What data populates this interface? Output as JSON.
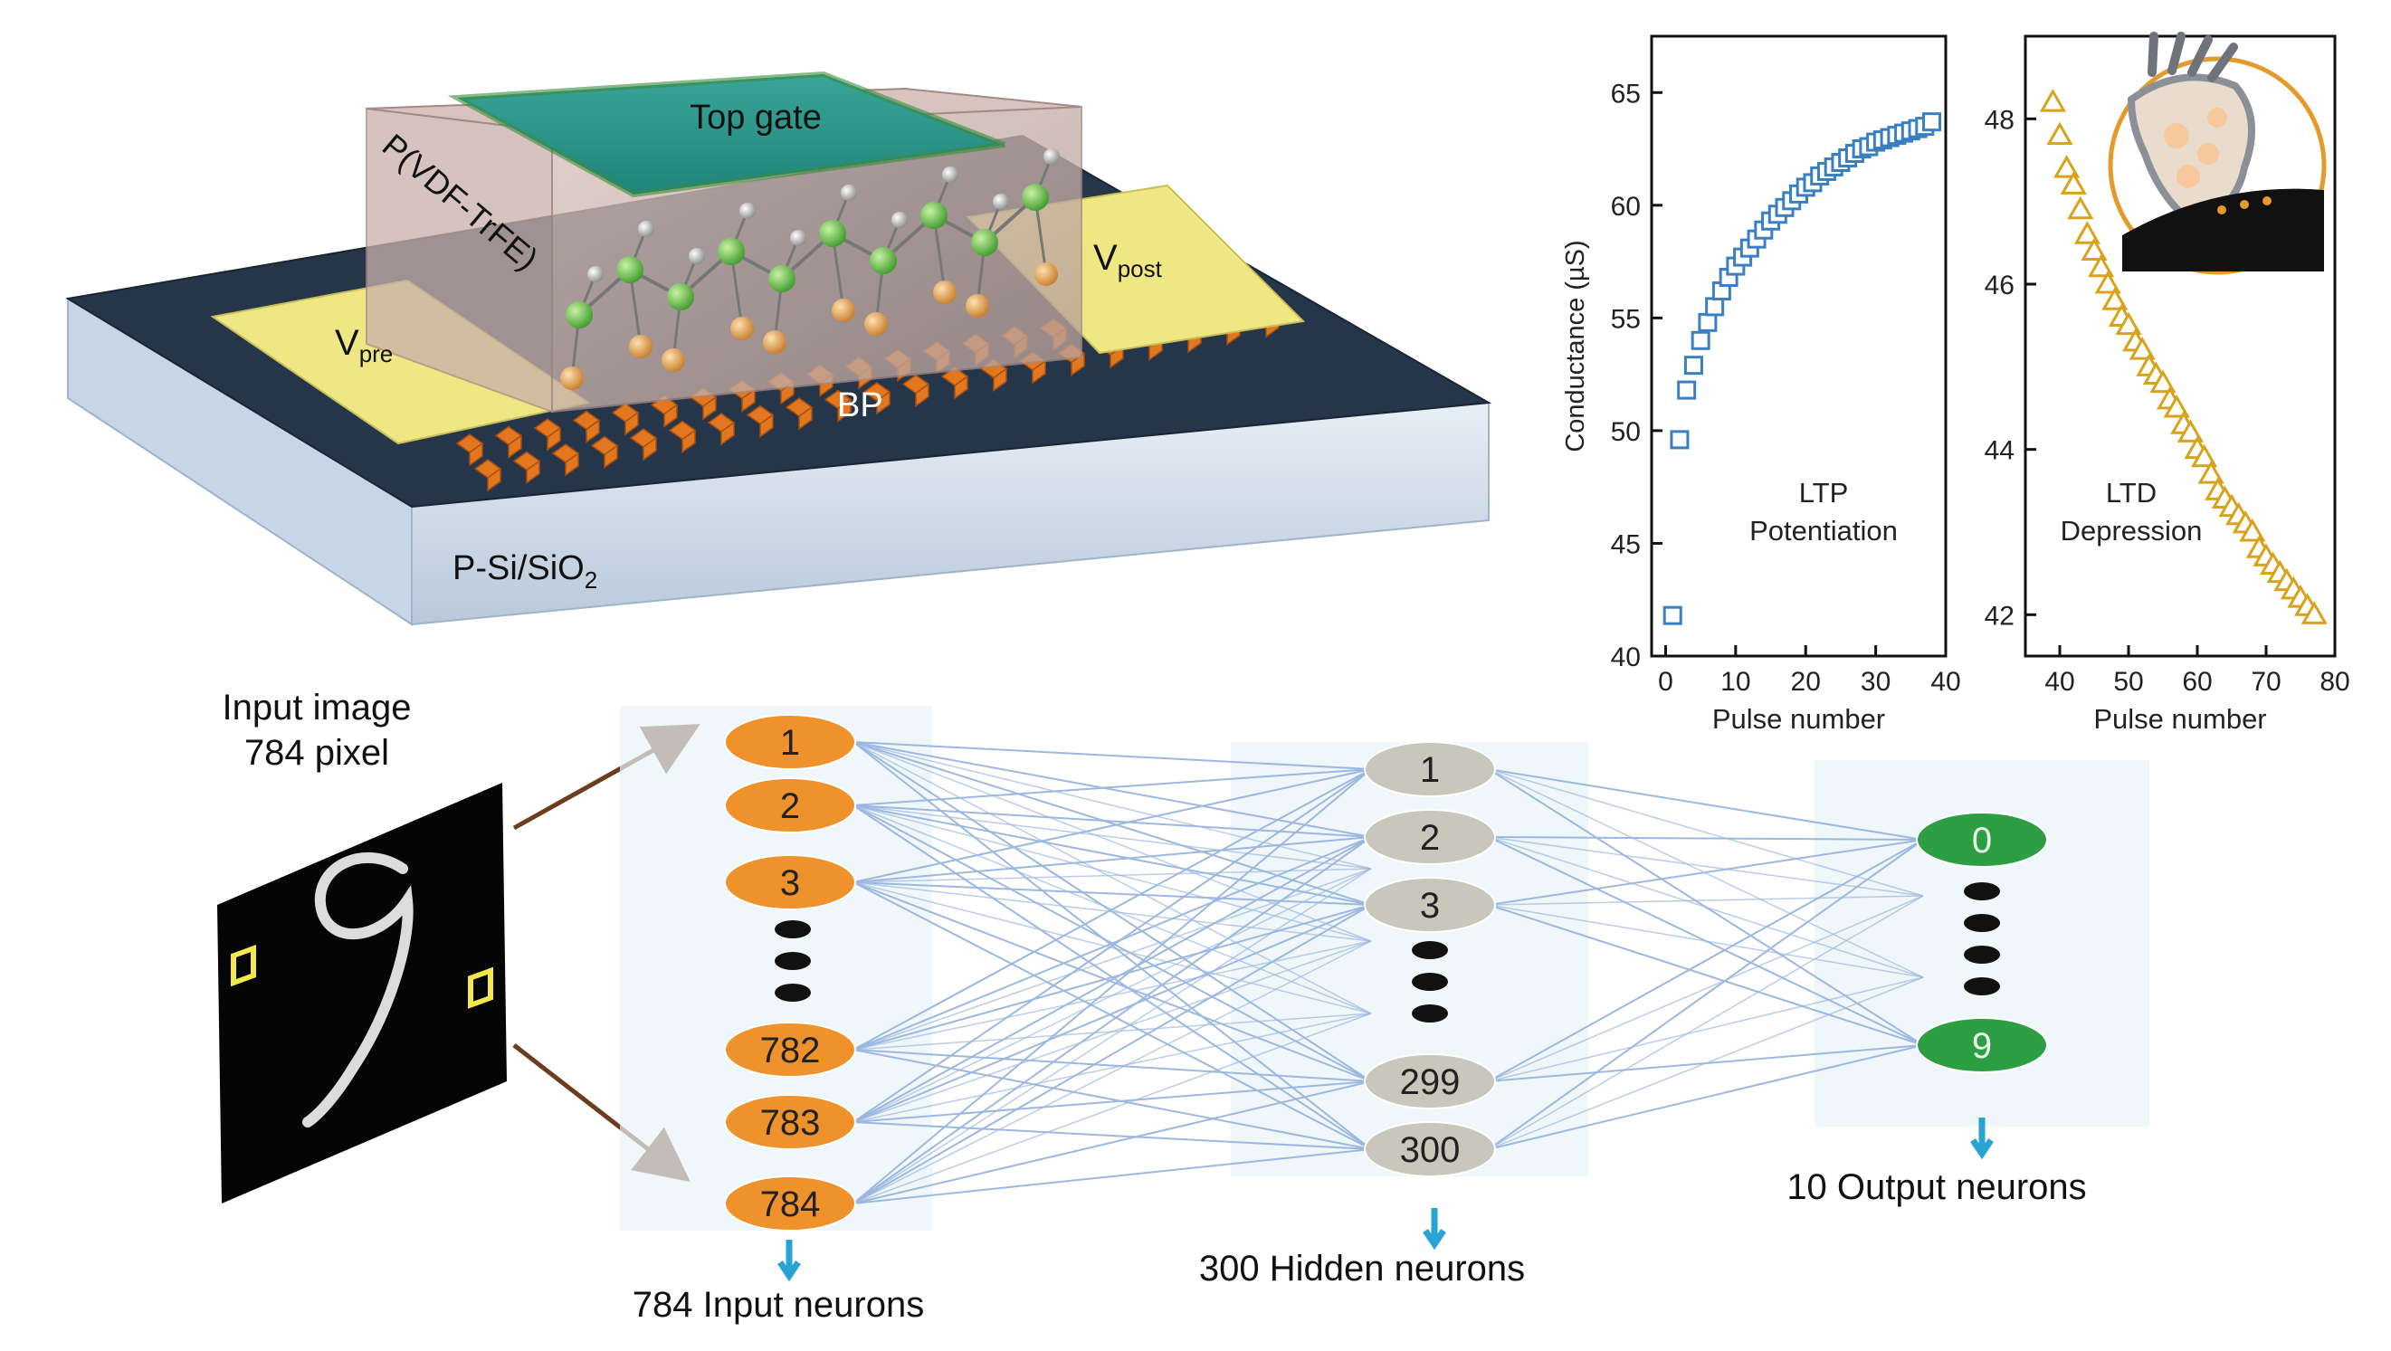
{
  "device": {
    "top_gate": "Top gate",
    "ferro_layer": "P(VDF-TrFE)",
    "v_pre": "V",
    "v_pre_sub": "pre",
    "v_post": "V",
    "v_post_sub": "post",
    "channel": "BP",
    "substrate": "P-Si/SiO",
    "substrate_sub": "2"
  },
  "colors": {
    "ltp_marker": "#3a7fc1",
    "ltd_marker": "#d9a21b",
    "input_neuron": "#f0922b",
    "hidden_neuron": "#c9c6bc",
    "output_neuron": "#2e9e45",
    "connection": "#9db8e0",
    "arrow_down": "#29a3d6"
  },
  "chart_data": [
    {
      "type": "scatter",
      "panel": "LTP",
      "annotation": [
        "LTP",
        "Potentiation"
      ],
      "xlabel": "Pulse number",
      "ylabel": "Conductance (µS)",
      "xlim": [
        -2,
        40
      ],
      "ylim": [
        40,
        67.5
      ],
      "xticks": [
        0,
        10,
        20,
        30,
        40
      ],
      "yticks": [
        40,
        45,
        50,
        55,
        60,
        65
      ],
      "marker": "square-open",
      "x": [
        1,
        2,
        3,
        4,
        5,
        6,
        7,
        8,
        9,
        10,
        11,
        12,
        13,
        14,
        15,
        16,
        17,
        18,
        19,
        20,
        21,
        22,
        23,
        24,
        25,
        26,
        27,
        28,
        29,
        30,
        31,
        32,
        33,
        34,
        35,
        36,
        37,
        38
      ],
      "y": [
        41.8,
        49.6,
        51.8,
        52.9,
        54.0,
        54.8,
        55.5,
        56.2,
        56.8,
        57.3,
        57.7,
        58.1,
        58.5,
        58.9,
        59.3,
        59.6,
        59.9,
        60.2,
        60.5,
        60.8,
        61.0,
        61.3,
        61.5,
        61.7,
        61.9,
        62.1,
        62.3,
        62.5,
        62.6,
        62.8,
        62.9,
        63.0,
        63.1,
        63.2,
        63.3,
        63.4,
        63.5,
        63.7
      ]
    },
    {
      "type": "scatter",
      "panel": "LTD",
      "annotation": [
        "LTD",
        "Depression"
      ],
      "xlabel": "Pulse number",
      "ylabel": "",
      "xlim": [
        35,
        80
      ],
      "ylim": [
        41.5,
        49
      ],
      "xticks": [
        40,
        50,
        60,
        70,
        80
      ],
      "yticks": [
        42,
        44,
        46,
        48
      ],
      "marker": "triangle-open",
      "x": [
        39,
        40,
        41,
        42,
        43,
        44,
        45,
        46,
        47,
        48,
        49,
        50,
        51,
        52,
        53,
        54,
        55,
        56,
        57,
        58,
        59,
        60,
        61,
        62,
        63,
        64,
        65,
        66,
        67,
        68,
        69,
        70,
        71,
        72,
        73,
        74,
        75,
        76,
        77
      ],
      "y": [
        48.2,
        47.8,
        47.4,
        47.2,
        46.9,
        46.6,
        46.4,
        46.2,
        46.0,
        45.8,
        45.6,
        45.5,
        45.3,
        45.2,
        45.0,
        44.9,
        44.8,
        44.6,
        44.5,
        44.3,
        44.2,
        44.0,
        43.9,
        43.7,
        43.5,
        43.4,
        43.3,
        43.2,
        43.1,
        43.0,
        42.8,
        42.7,
        42.6,
        42.5,
        42.4,
        42.3,
        42.2,
        42.1,
        42.0
      ]
    }
  ],
  "network": {
    "input_caption_line1": "Input image",
    "input_caption_line2": "784 pixel",
    "input_neurons": [
      "1",
      "2",
      "3",
      "782",
      "783",
      "784"
    ],
    "hidden_neurons": [
      "1",
      "2",
      "3",
      "299",
      "300"
    ],
    "output_neurons": [
      "0",
      "9"
    ],
    "input_label": "784 Input neurons",
    "hidden_label": "300 Hidden neurons",
    "output_label": "10 Output neurons"
  }
}
